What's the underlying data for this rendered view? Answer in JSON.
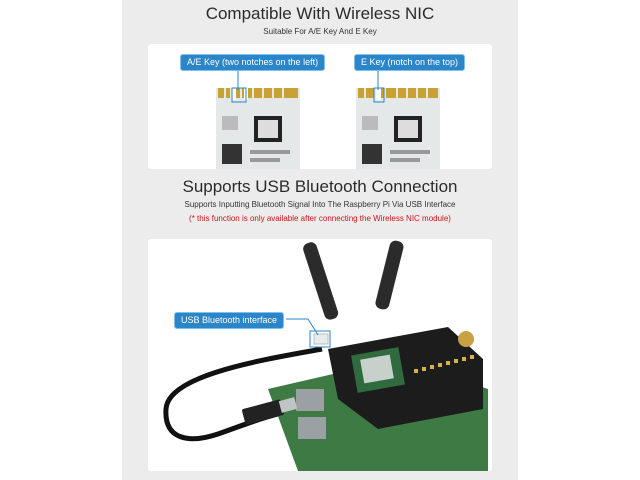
{
  "section1": {
    "title": "Compatible With Wireless NIC",
    "subtitle": "Suitable For A/E Key And E Key",
    "callouts": {
      "ae_key": "A/E Key (two notches on the left)",
      "e_key": "E Key (notch on the top)"
    }
  },
  "section2": {
    "title": "Supports USB Bluetooth Connection",
    "subtitle": "Supports Inputting Bluetooth Signal Into The Raspberry Pi Via USB Interface",
    "note": "(* this function is only available after connecting the Wireless NIC module)",
    "callout": "USB Bluetooth interface"
  },
  "colors": {
    "callout_blue": "#2a86c8",
    "note_red": "#d0121b",
    "pcb_green": "#2f6b3f"
  }
}
